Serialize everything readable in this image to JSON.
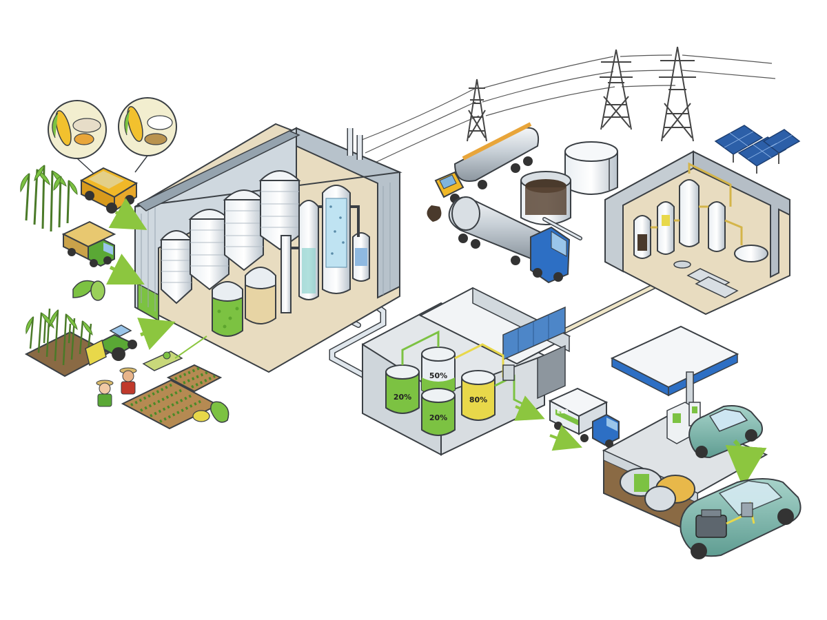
{
  "diagram": {
    "tank_labels": {
      "tank_a": "20%",
      "tank_b": "50%",
      "tank_c": "20%",
      "tank_d": "80%"
    },
    "truck_side_label": "E20",
    "colors": {
      "outline": "#3a3f44",
      "green": "#7cc242",
      "yellow": "#e8d84a",
      "steel": "#c9d2da",
      "blue_truck": "#2d6fc4",
      "yellow_truck": "#f0b828",
      "car": "#7fb9ae",
      "ground": "#e8dcc0",
      "arrow": "#8cc63f"
    },
    "icons": [
      "corn-grain-icon",
      "corn-seeds-icon",
      "sugarcane-icon",
      "tractor-icon",
      "farmer-icon",
      "power-pylon-icon",
      "solar-panel-icon",
      "fuel-pump-icon"
    ]
  }
}
